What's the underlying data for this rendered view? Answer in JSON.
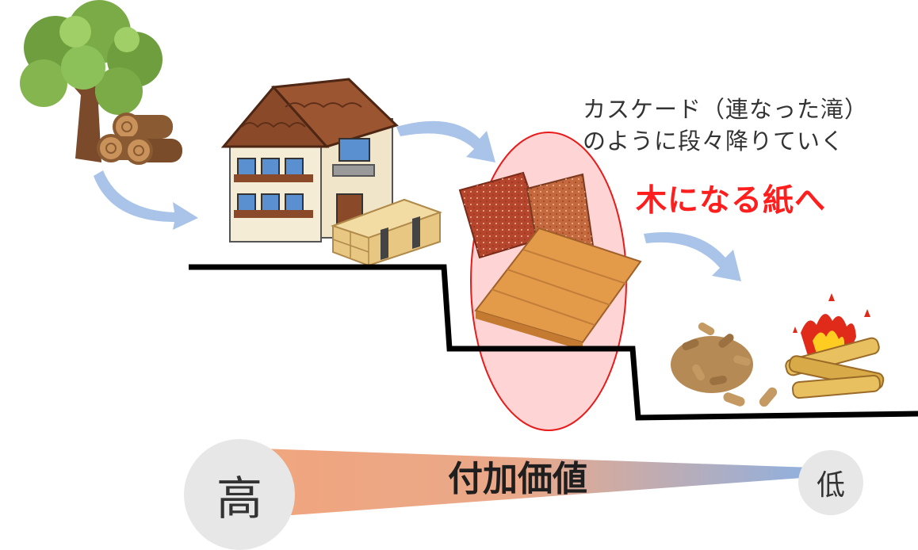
{
  "caption": {
    "line1": "カスケード（連なった滝）",
    "line2": "のように段々降りていく"
  },
  "headline": "木になる紙へ",
  "value_axis": {
    "label": "付加価値",
    "high": "高",
    "low": "低"
  },
  "colors": {
    "headline": "#ff1e1e",
    "highlight_stroke": "#e81a1a",
    "highlight_fill": "#ffd4d4",
    "arrow": "#a9c4e8",
    "value_high": "#f1a57d",
    "value_low": "#8fb0e0",
    "steps": "#000000"
  },
  "icons": [
    "tree-with-logs",
    "house",
    "lumber-bundle",
    "paper-boards",
    "wood-pellets",
    "campfire"
  ]
}
